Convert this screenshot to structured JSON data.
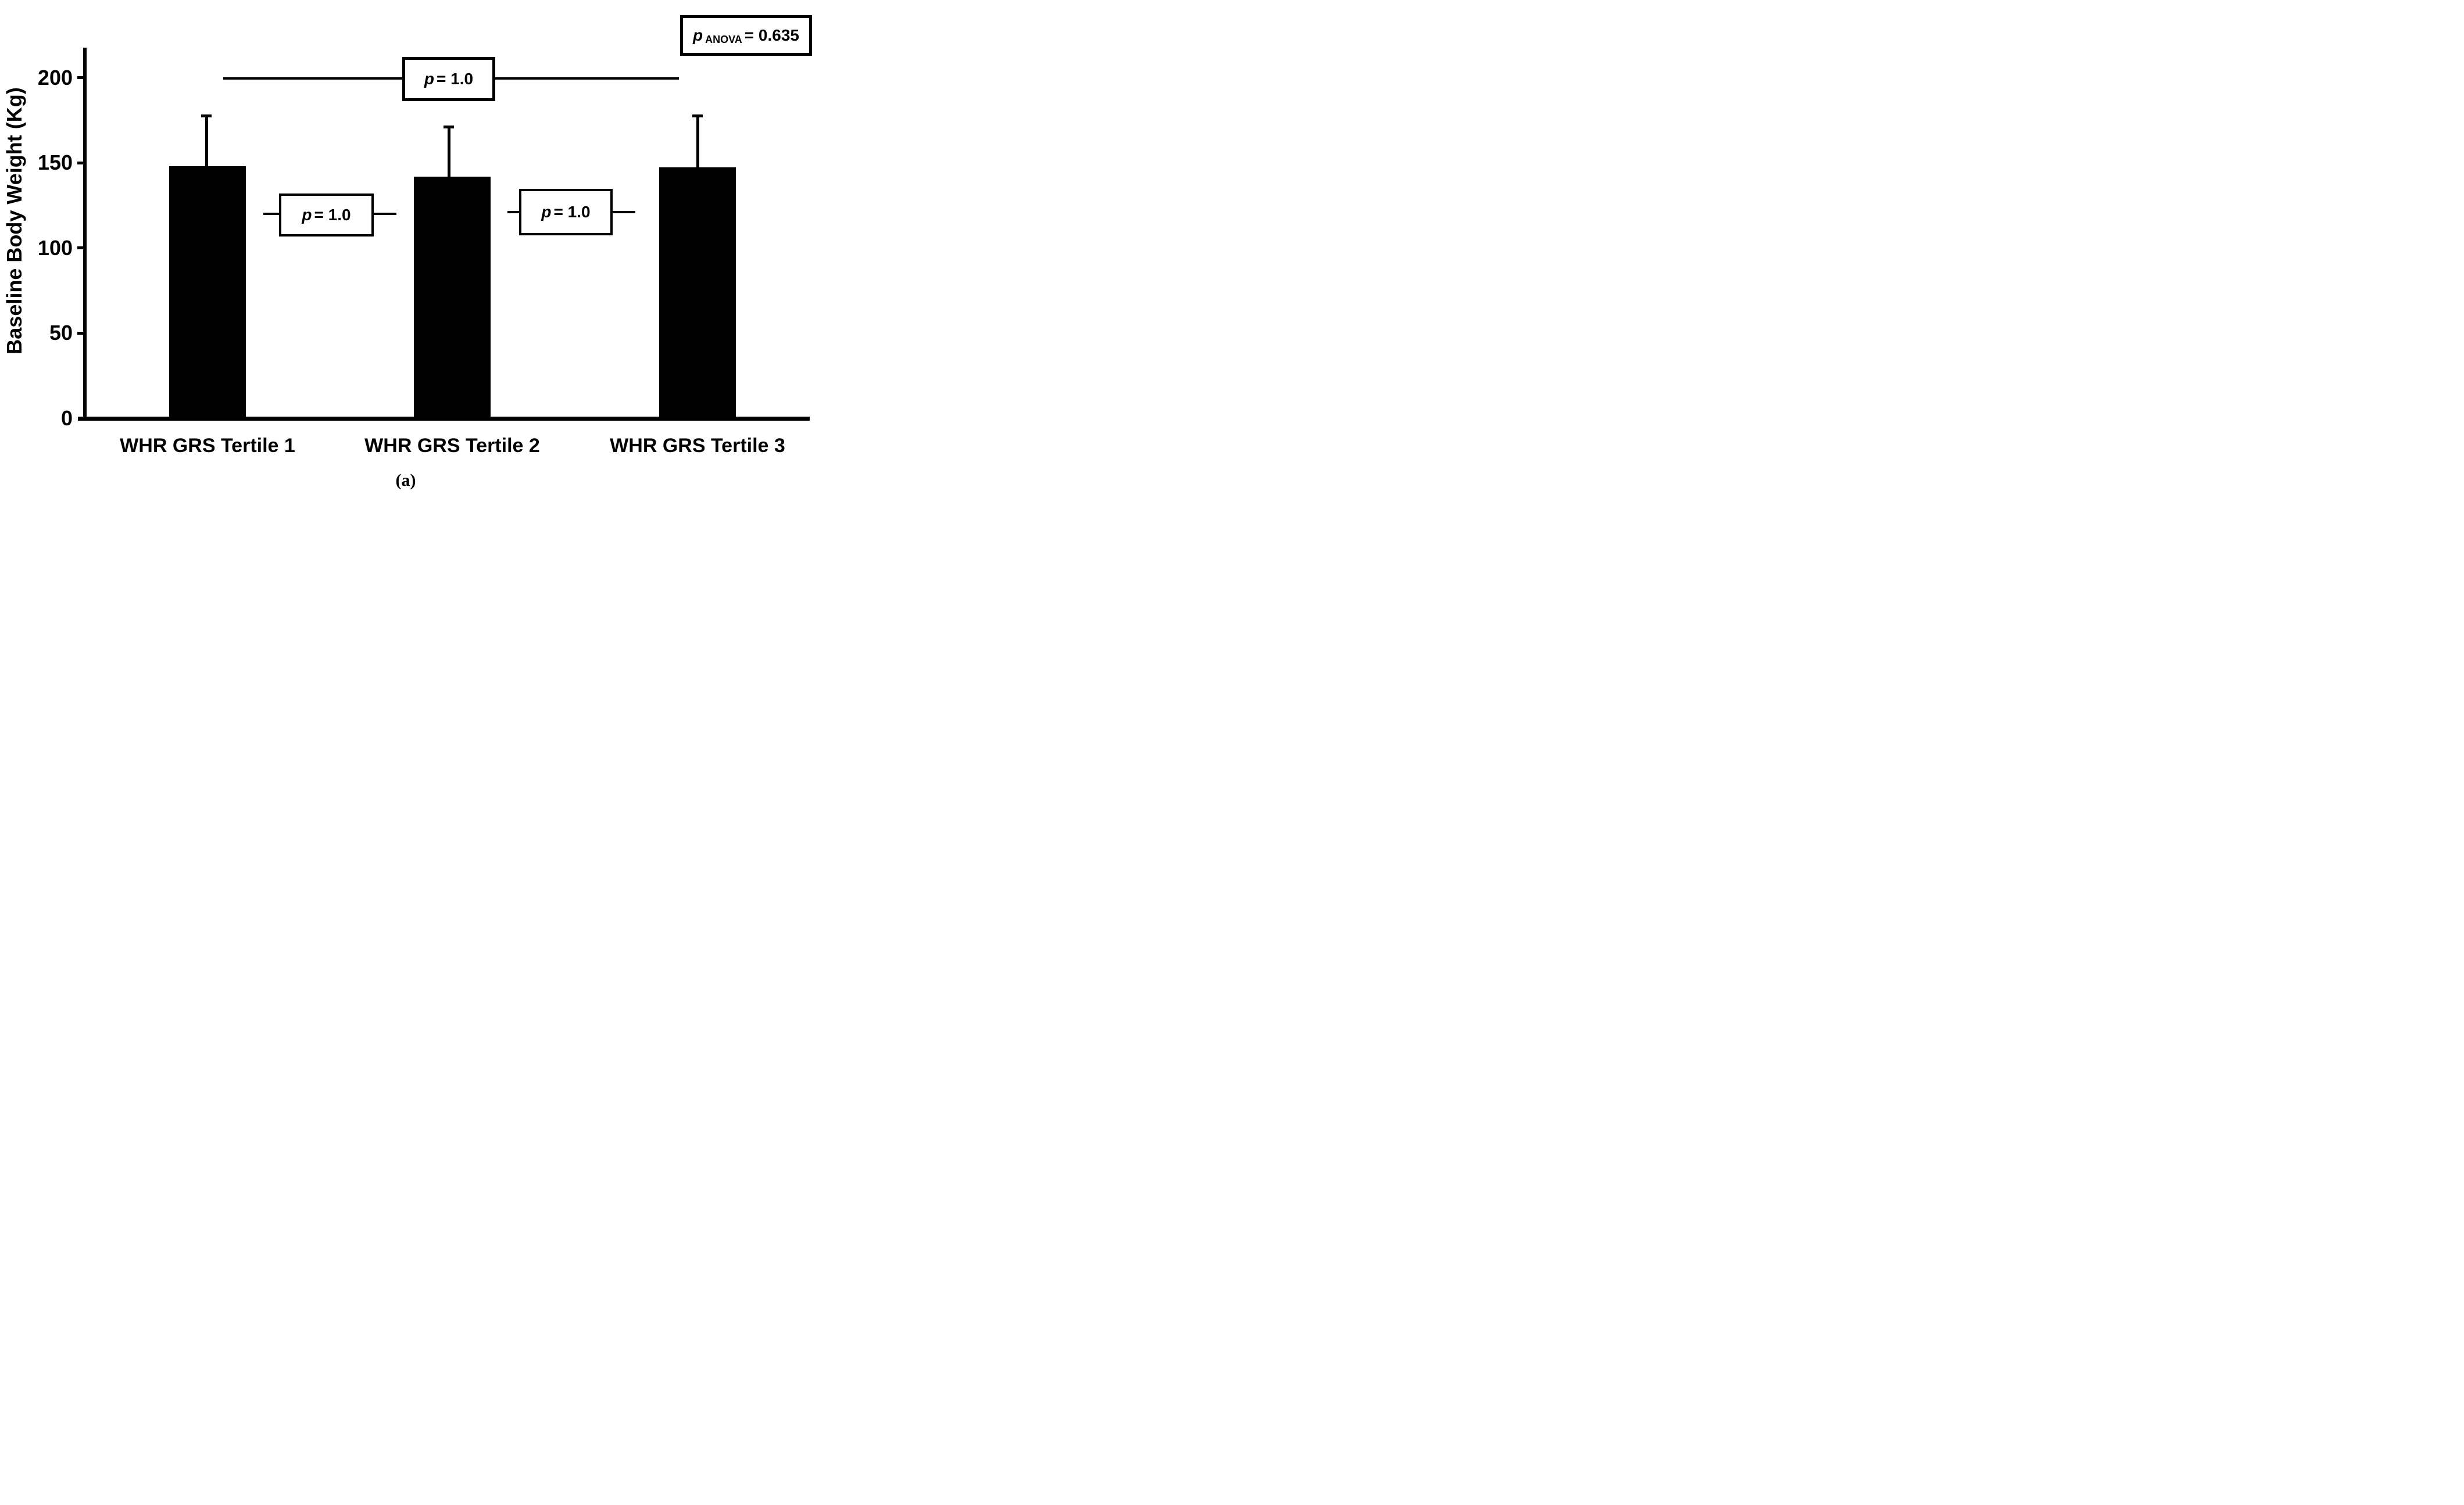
{
  "figure": {
    "panel_label": "(a)"
  },
  "chart_data": {
    "type": "bar",
    "title": "",
    "ylabel": "Baseline Body Weight (Kg)",
    "xlabel": "",
    "categories": [
      "WHR GRS Tertile 1",
      "WHR GRS Tertile 2",
      "WHR GRS Tertile 3"
    ],
    "series": [
      {
        "name": "Baseline Body Weight",
        "values": [
          148,
          142,
          147.5
        ],
        "error_upper": [
          30.5,
          30,
          31
        ]
      }
    ],
    "bar_color": "#000000",
    "background_color": "#ffffff",
    "yticks": [
      0,
      50,
      100,
      150,
      200
    ],
    "ylim": [
      0,
      225
    ],
    "grid": false,
    "legend": false,
    "annotations": {
      "top": {
        "p_italic": "p",
        "rest": "= 1.0",
        "compares": "Tertile 1 vs Tertile 3",
        "level_kg": 200
      },
      "left": {
        "p_italic": "p",
        "rest": "= 1.0",
        "compares": "Tertile 1 vs Tertile 2",
        "level_kg": 121
      },
      "right": {
        "p_italic": "p",
        "rest": "= 1.0",
        "compares": "Tertile 2 vs Tertile 3",
        "level_kg": 121
      },
      "anova": {
        "p_italic": "p",
        "subscript": "ANOVA",
        "rest": "= 0.635"
      }
    }
  }
}
